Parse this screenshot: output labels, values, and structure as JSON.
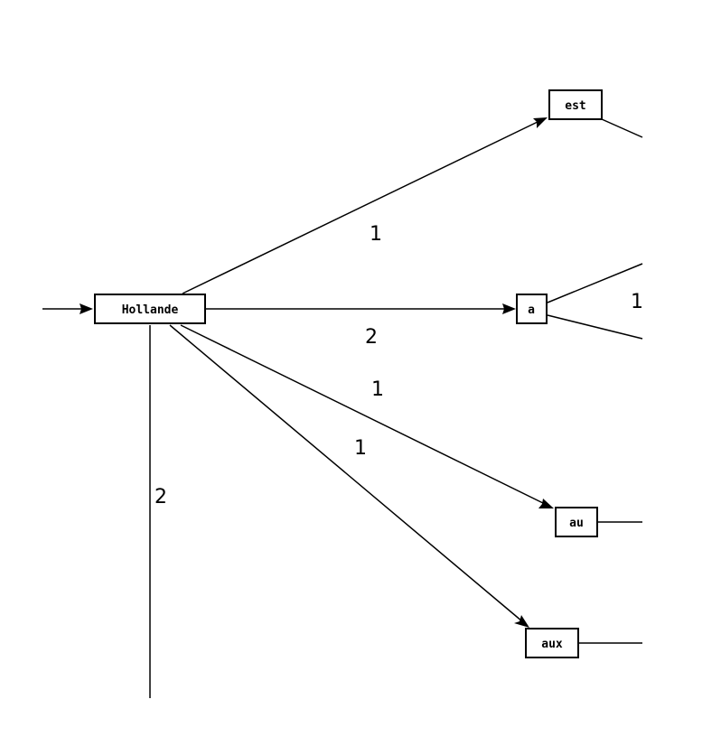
{
  "nodes": [
    {
      "id": "hollande",
      "label": "Hollande"
    },
    {
      "id": "est",
      "label": "est"
    },
    {
      "id": "a",
      "label": "a"
    },
    {
      "id": "au",
      "label": "au"
    },
    {
      "id": "aux",
      "label": "aux"
    }
  ],
  "edges": [
    {
      "id": "entry",
      "from": null,
      "to": "hollande",
      "weight": ""
    },
    {
      "id": "hollande-est",
      "from": "hollande",
      "to": "est",
      "weight": "1"
    },
    {
      "id": "hollande-a",
      "from": "hollande",
      "to": "a",
      "weight": "2"
    },
    {
      "id": "hollande-au",
      "from": "hollande",
      "to": "au",
      "weight": "1"
    },
    {
      "id": "hollande-aux",
      "from": "hollande",
      "to": "aux",
      "weight": "1"
    },
    {
      "id": "hollande-down",
      "from": "hollande",
      "to": null,
      "weight": "2"
    },
    {
      "id": "a-up",
      "from": "a",
      "to": null,
      "weight": "1"
    }
  ]
}
